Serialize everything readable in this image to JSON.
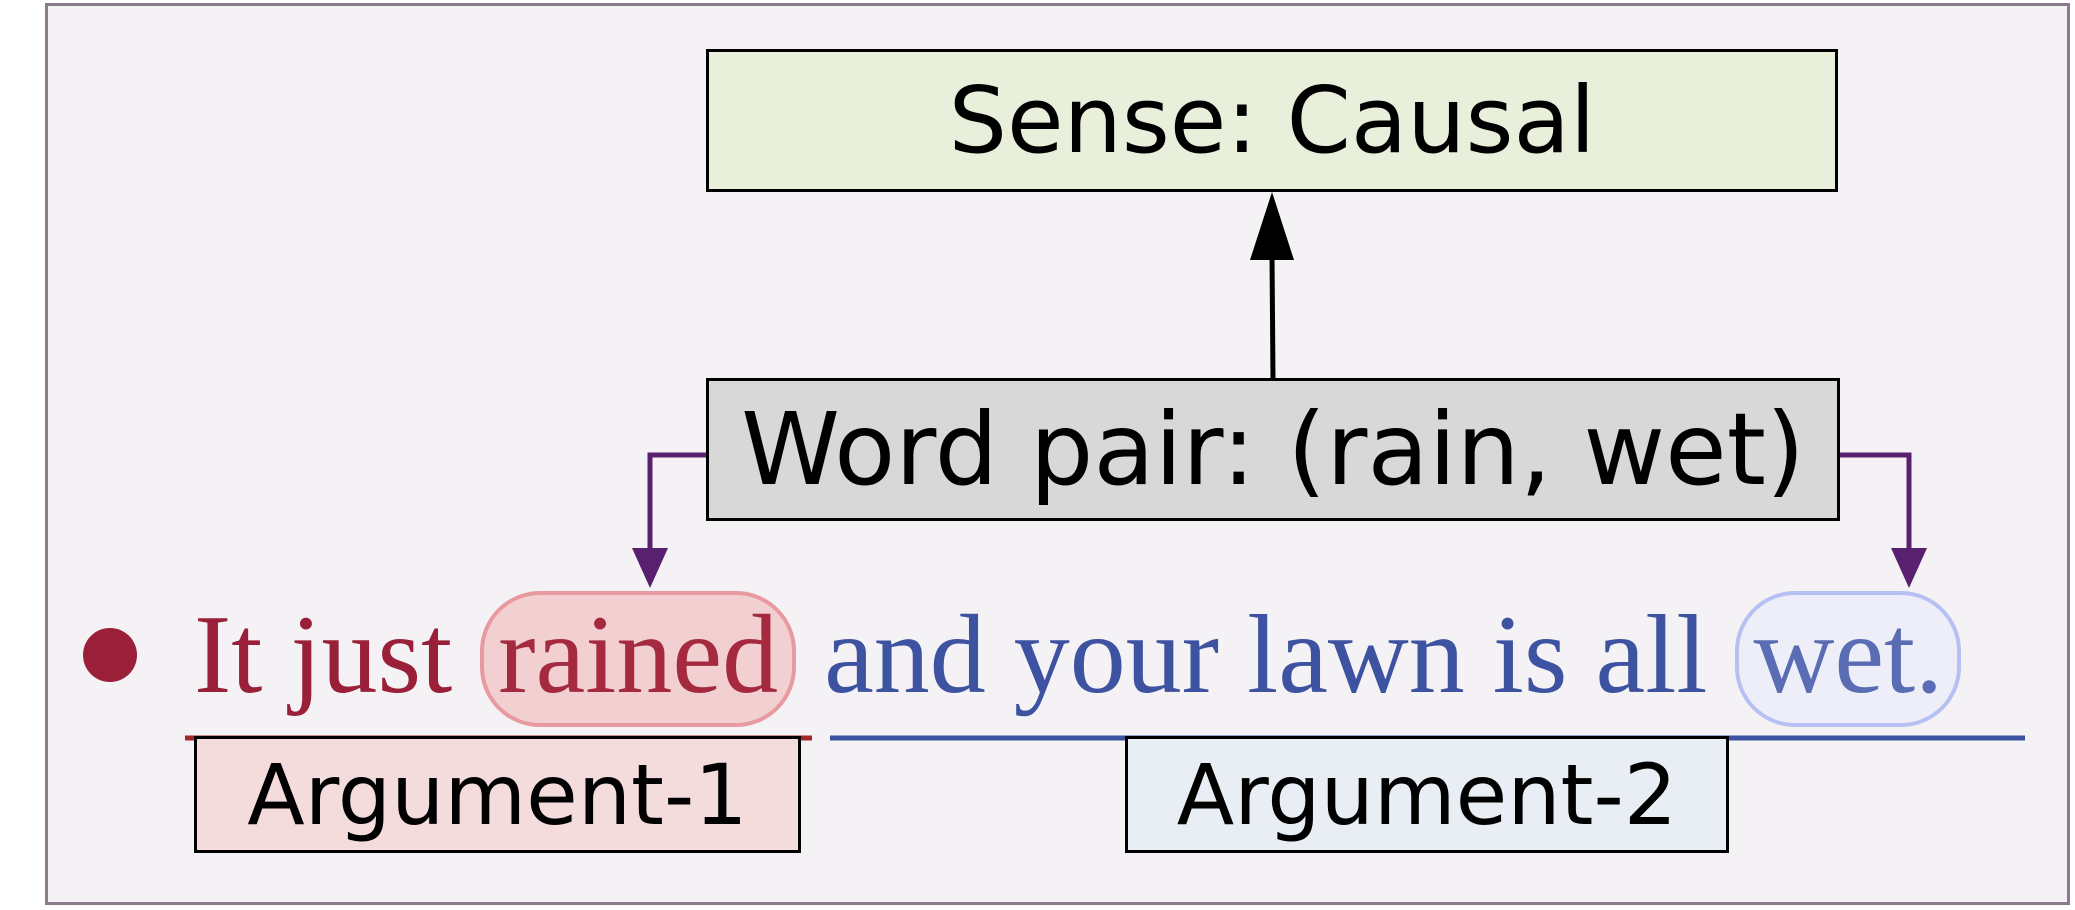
{
  "sense_box": {
    "label": "Sense: Causal"
  },
  "word_pair_box": {
    "label": "Word pair: (rain, wet)"
  },
  "sentence": {
    "argument_1_prefix": "It just",
    "argument_1_keyword": "rained",
    "argument_2_text": "and your lawn is all",
    "argument_2_keyword": "wet."
  },
  "arguments": {
    "argument_1_label": "Argument-1",
    "argument_2_label": "Argument-2"
  },
  "colors": {
    "argument_1": "#9a1f38",
    "argument_2": "#3d52a0",
    "connector": "#5a2070",
    "sense_fill": "#e8f0dc",
    "word_pair_fill": "#d8d8d8"
  }
}
